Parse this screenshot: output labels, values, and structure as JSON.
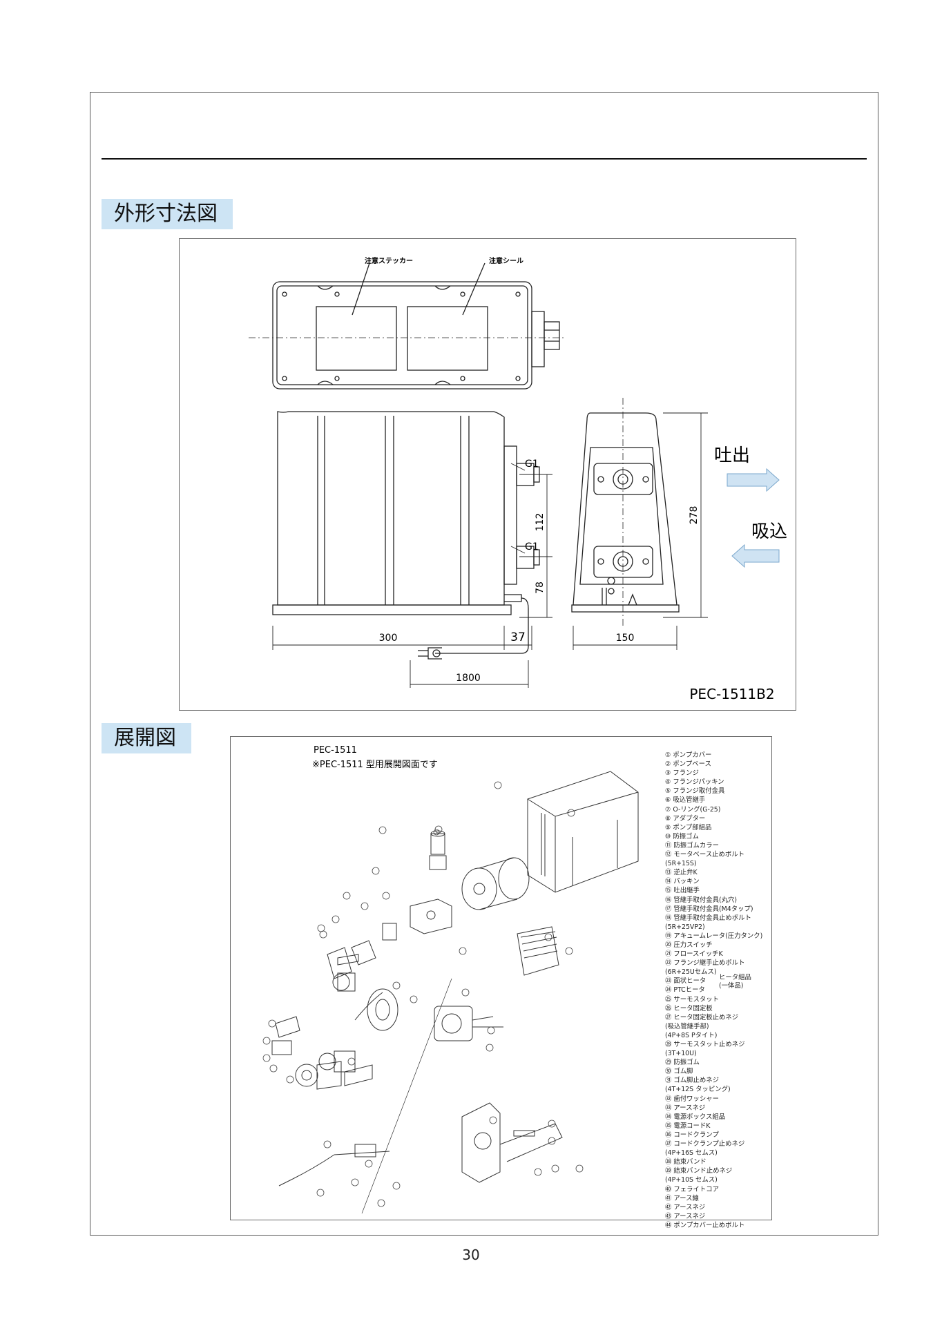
{
  "section_dimensions": {
    "title": "外形寸法図"
  },
  "section_exploded": {
    "title": "展開図"
  },
  "drawing": {
    "sticker_caution": "注意ステッカー",
    "seal_caution": "注意シール",
    "port_out": "G1",
    "port_in": "G1",
    "dim_112": "112",
    "dim_78": "78",
    "dim_278": "278",
    "dim_300": "300",
    "dim_37": "37",
    "dim_150": "150",
    "dim_1800": "1800",
    "discharge": "吐出",
    "suction": "吸込",
    "model": "PEC-1511B2",
    "colors": {
      "arrow_fill": "#cfe3f3",
      "arrow_stroke": "#7aa7cc",
      "section_bg": "#cde4f4"
    }
  },
  "exploded": {
    "model": "PEC-1511",
    "note": "※PEC-1511 型用展開図面です",
    "parts": [
      "① ポンプカバー",
      "② ポンプベース",
      "③ フランジ",
      "④ フランジパッキン",
      "⑤ フランジ取付金具",
      "⑥ 吸込管継手",
      "⑦ O-リング(G-25)",
      "⑧ アダプター",
      "⑨ ポンプ部組品",
      "⑩ 防振ゴム",
      "⑪ 防振ゴムカラー",
      "⑫ モータベース止めボルト",
      "(5R+15S)",
      "⑬ 逆止弁K",
      "⑭ パッキン",
      "⑮ 吐出継手",
      "⑯ 管継手取付金具(丸穴)",
      "⑰ 管継手取付金具(M4タップ)",
      "⑱ 管継手取付金具止めボルト",
      "(5R+25VP2)",
      "⑲ アキュームレータ(圧力タンク)",
      "⑳ 圧力スイッチ",
      "㉑ フロースイッチK",
      "㉒ フランジ継手止めボルト",
      "(6R+25Uセムス)",
      "㉓ 面状ヒータ",
      "㉔ PTCヒータ",
      "㉕ サーモスタット",
      "㉖ ヒータ固定板",
      "㉗ ヒータ固定板止めネジ",
      "(吸込管継手部)",
      "(4P+8S Pタイト)",
      "㉘ サーモスタット止めネジ",
      "(3T+10U)",
      "㉙ 防振ゴム",
      "㉚ ゴム脚",
      "㉛ ゴム脚止めネジ",
      "(4T+12S タッピング)",
      "㉜ 歯付ワッシャー",
      "㉝ アースネジ",
      "㉞ 電源ボックス組品",
      "㉟ 電源コードK",
      "㊱ コードクランプ",
      "㊲ コードクランプ止めネジ",
      "(4P+16S セムス)",
      "㊳ 結束バンド",
      "㊴ 結束バンド止めネジ",
      "(4P+10S セムス)",
      "㊵ フェライトコア",
      "㊶ アース線",
      "㊷ アースネジ",
      "㊸ アースネジ",
      "㊹ ポンプカバー止めボルト"
    ],
    "heater_group": "ヒータ組品",
    "heater_group_note": "(一体品)"
  },
  "page_number": "30"
}
